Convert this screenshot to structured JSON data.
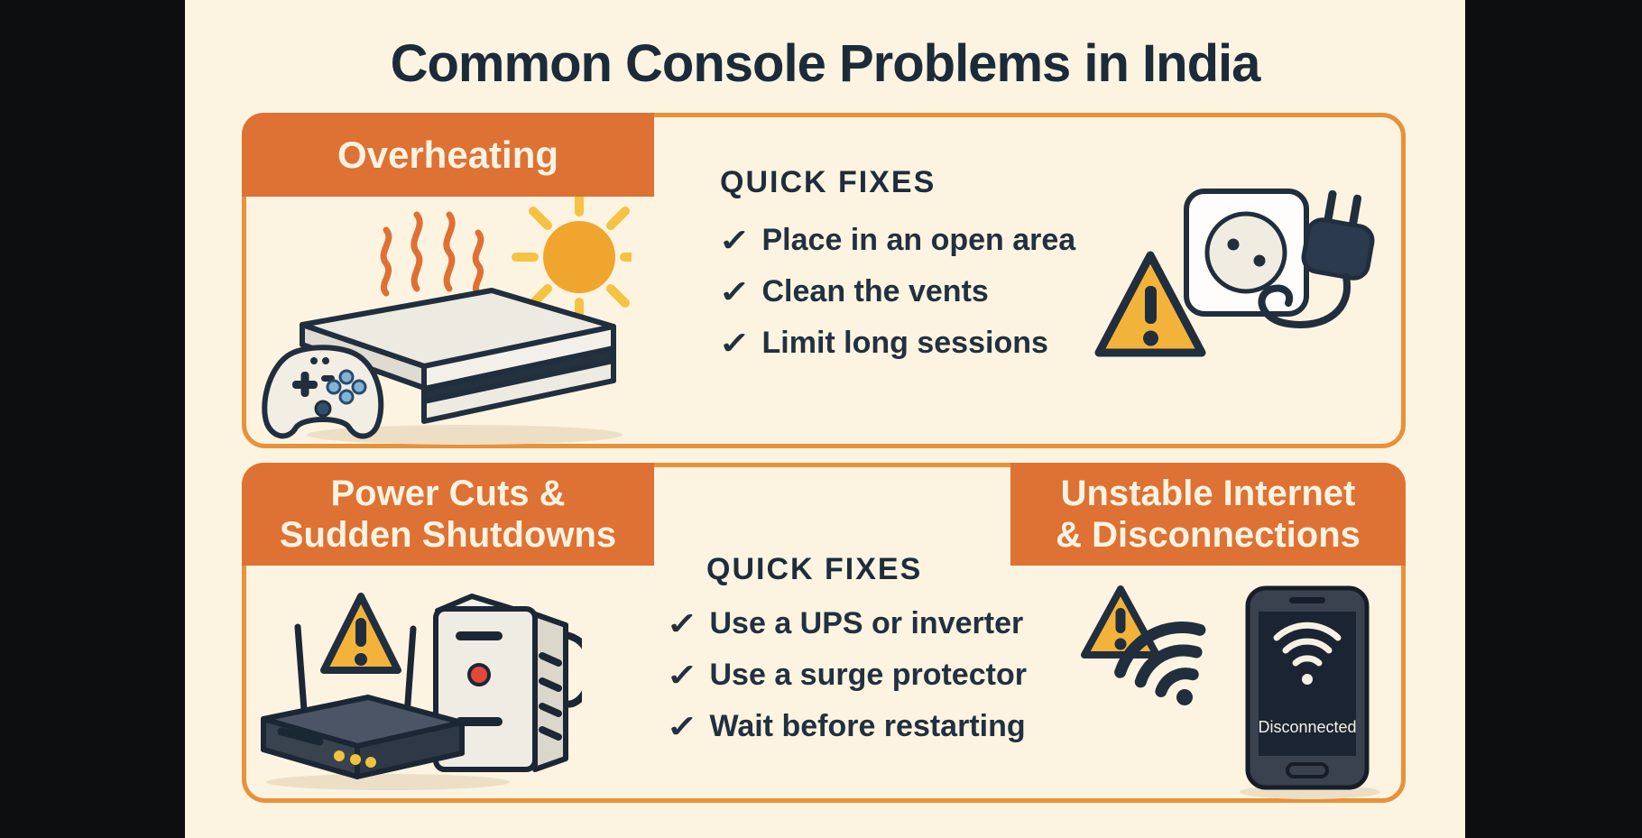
{
  "title": "Common Console Problems in India",
  "icons": {
    "check": "✓"
  },
  "colors": {
    "background": "#0d0e10",
    "canvas_cream": "#fcf4e0",
    "header_orange": "#de7134",
    "panel_border_orange": "#e8913b",
    "text_navy": "#1e2c3c",
    "warning_yellow": "#f3b33a",
    "sun_orange": "#f0a52f",
    "ups_button_red": "#e2493b"
  },
  "sections": {
    "overheating": {
      "header": "Overheating",
      "quick_fixes_title": "QUICK FIXES",
      "fixes": [
        "Place in an open area",
        "Clean the vents",
        "Limit long sessions"
      ]
    },
    "power_cuts": {
      "header_line1": "Power Cuts &",
      "header_line2": "Sudden Shutdowns",
      "quick_fixes_title": "QUICK FIXES",
      "fixes": [
        "Use a UPS or inverter",
        "Use a surge protector",
        "Wait before restarting"
      ]
    },
    "unstable_internet": {
      "header_line1": "Unstable Internet",
      "header_line2": "& Disconnections",
      "phone_status": "Disconnected"
    }
  }
}
